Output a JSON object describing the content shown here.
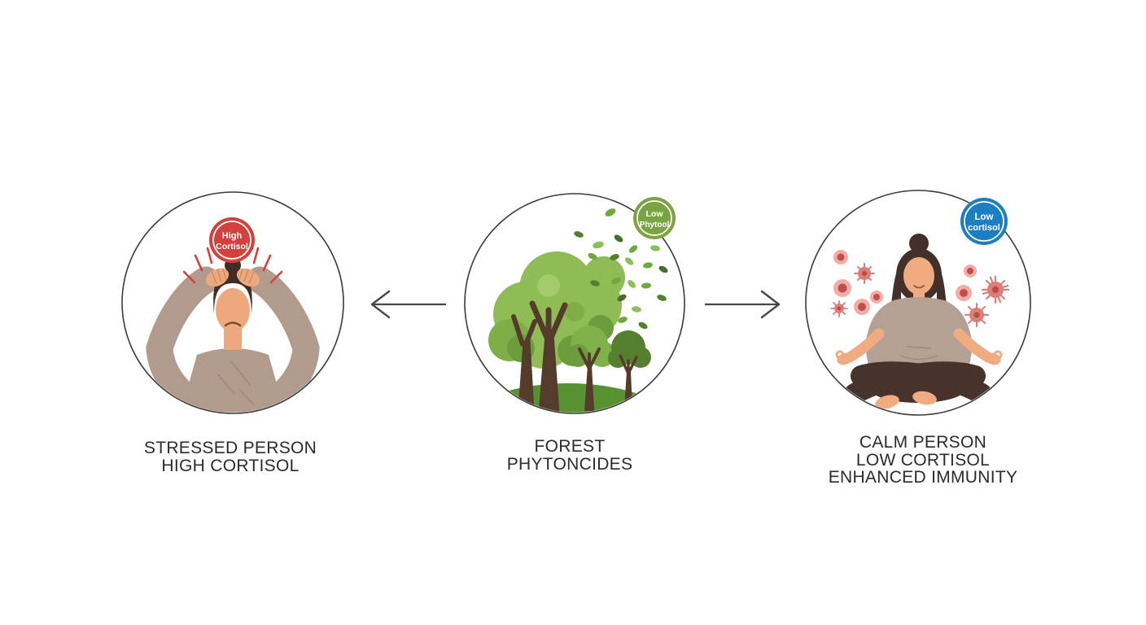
{
  "figure": {
    "stressed": {
      "badge": {
        "line1": "High",
        "line2": "Cortisol",
        "color": "#d6403c"
      },
      "label_lines": [
        "STRESSED PERSON",
        "HIGH CORTISOL"
      ]
    },
    "forest": {
      "badge": {
        "line1": "Low",
        "line2": "Phytool",
        "color": "#7aa342"
      },
      "label_lines": [
        "FOREST",
        "PHYTONCIDES"
      ]
    },
    "calm": {
      "badge": {
        "line1": "Low",
        "line2": "cortisol",
        "color": "#1d7fc1"
      },
      "label_lines": [
        "CALM PERSON",
        "LOW CORTISOL",
        "ENHANCED IMMUNITY"
      ]
    },
    "palette": {
      "stress_red": "#d6403c",
      "phytoncide_green": "#7aa342",
      "calm_blue": "#1d7fc1",
      "canopy_green": "#8fbc55",
      "ground_green": "#579130",
      "trunk_brown": "#553b2c",
      "skin": "#eda87d",
      "clothing_taupe": "#b29a8c",
      "immune_cell_pink": "#f3aca6",
      "immune_cell_core": "#c0504b",
      "outline": "#3b3b3b",
      "label_text": "#2b2b2b"
    }
  }
}
